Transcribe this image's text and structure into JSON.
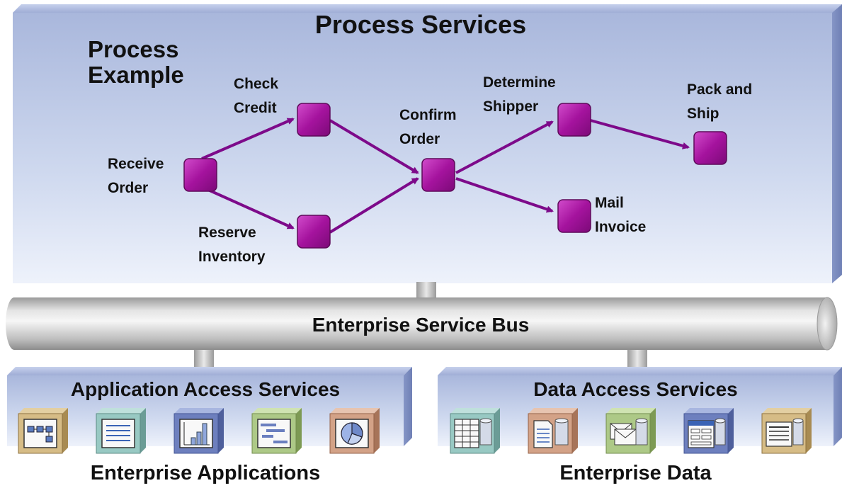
{
  "process_services": {
    "title": "Process Services",
    "example_heading": [
      "Process",
      "Example"
    ]
  },
  "nodes": {
    "receive_order": [
      "Receive",
      "Order"
    ],
    "check_credit": [
      "Check",
      "Credit"
    ],
    "reserve_inventory": [
      "Reserve",
      "Inventory"
    ],
    "confirm_order": [
      "Confirm",
      "Order"
    ],
    "determine_shipper": [
      "Determine",
      "Shipper"
    ],
    "mail_invoice": [
      "Mail",
      "Invoice"
    ],
    "pack_and_ship": [
      "Pack and",
      "Ship"
    ]
  },
  "bus": {
    "label": "Enterprise Service Bus"
  },
  "application_access": {
    "title": "Application Access Services",
    "caption": "Enterprise Applications",
    "icons": [
      "flowchart-icon",
      "document-lines-icon",
      "bar-chart-icon",
      "gantt-chart-icon",
      "pie-chart-icon"
    ]
  },
  "data_access": {
    "title": "Data Access Services",
    "caption": "Enterprise Data",
    "icons": [
      "table-database-icon",
      "document-database-icon",
      "mail-database-icon",
      "form-database-icon",
      "report-database-icon"
    ]
  },
  "colors": {
    "node_magenta": "#a5139e",
    "arrow_purple": "#7d0a8a",
    "panel_top": "#aab8dc",
    "panel_bottom": "#e8eef9"
  }
}
